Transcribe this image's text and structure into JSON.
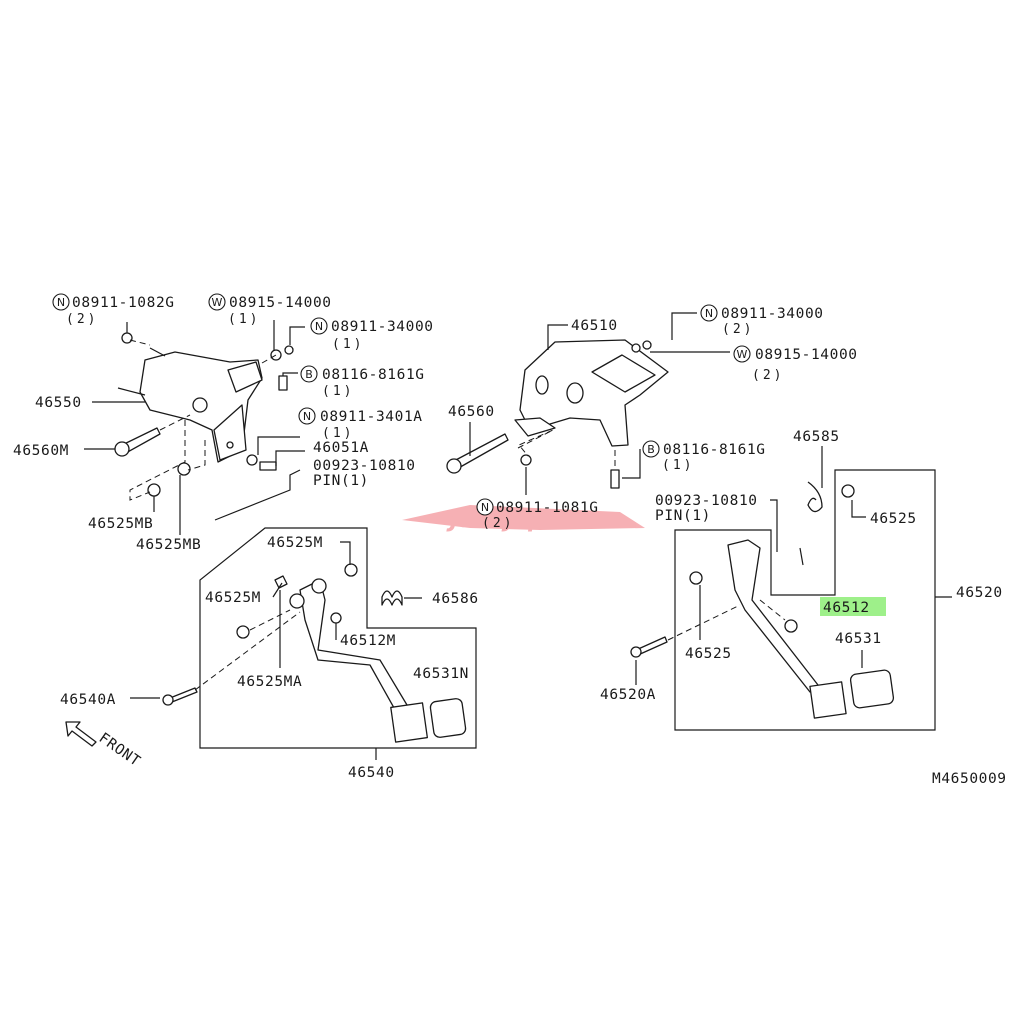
{
  "diagram": {
    "code": "M4650009",
    "highlight_color": "#9ef08a",
    "watermark": "Just Jap",
    "direction_label": "FRONT",
    "left_assembly": {
      "nut_1082g": {
        "prefix": "N",
        "part": "08911-1082G",
        "qty": "(2)"
      },
      "washer_14000": {
        "prefix": "W",
        "part": "08915-14000",
        "qty": "(1)"
      },
      "nut_34000": {
        "prefix": "N",
        "part": "08911-34000",
        "qty": "(1)"
      },
      "bolt_8161g": {
        "prefix": "B",
        "part": "08116-8161G",
        "qty": "(1)"
      },
      "nut_3401a": {
        "prefix": "N",
        "part": "08911-3401A",
        "qty": "(1)"
      },
      "bolt_46051a": "46051A",
      "pin": {
        "part": "00923-10810",
        "qty": "PIN(1)"
      },
      "bracket": "46550",
      "shaft": "46560M",
      "bushing_a": "46525MB",
      "bushing_b": "46525MB",
      "bushing_top": "46525M",
      "bushing_left": "46525M",
      "spring": "46586",
      "stopper": "46512M",
      "bushing_ma": "46525MA",
      "pad": "46531N",
      "bolt_pedal": "46540A",
      "pedal_assembly": "46540"
    },
    "right_assembly": {
      "bracket": "46510",
      "nut_34000": {
        "prefix": "N",
        "part": "08911-34000",
        "qty": "(2)"
      },
      "washer_14000": {
        "prefix": "W",
        "part": "08915-14000",
        "qty": "(2)"
      },
      "shaft": "46560",
      "bolt_8161g": {
        "prefix": "B",
        "part": "08116-8161G",
        "qty": "(1)"
      },
      "spring": "46585",
      "pin": {
        "part": "00923-10810",
        "qty": "PIN(1)"
      },
      "bushing_top": "46525",
      "nut_1081g": {
        "prefix": "N",
        "part": "08911-1081G",
        "qty": "(2)"
      },
      "pedal_assembly": "46520",
      "stopper": "46512",
      "pad": "46531",
      "bushing": "46525",
      "bolt_pedal": "46520A"
    }
  }
}
